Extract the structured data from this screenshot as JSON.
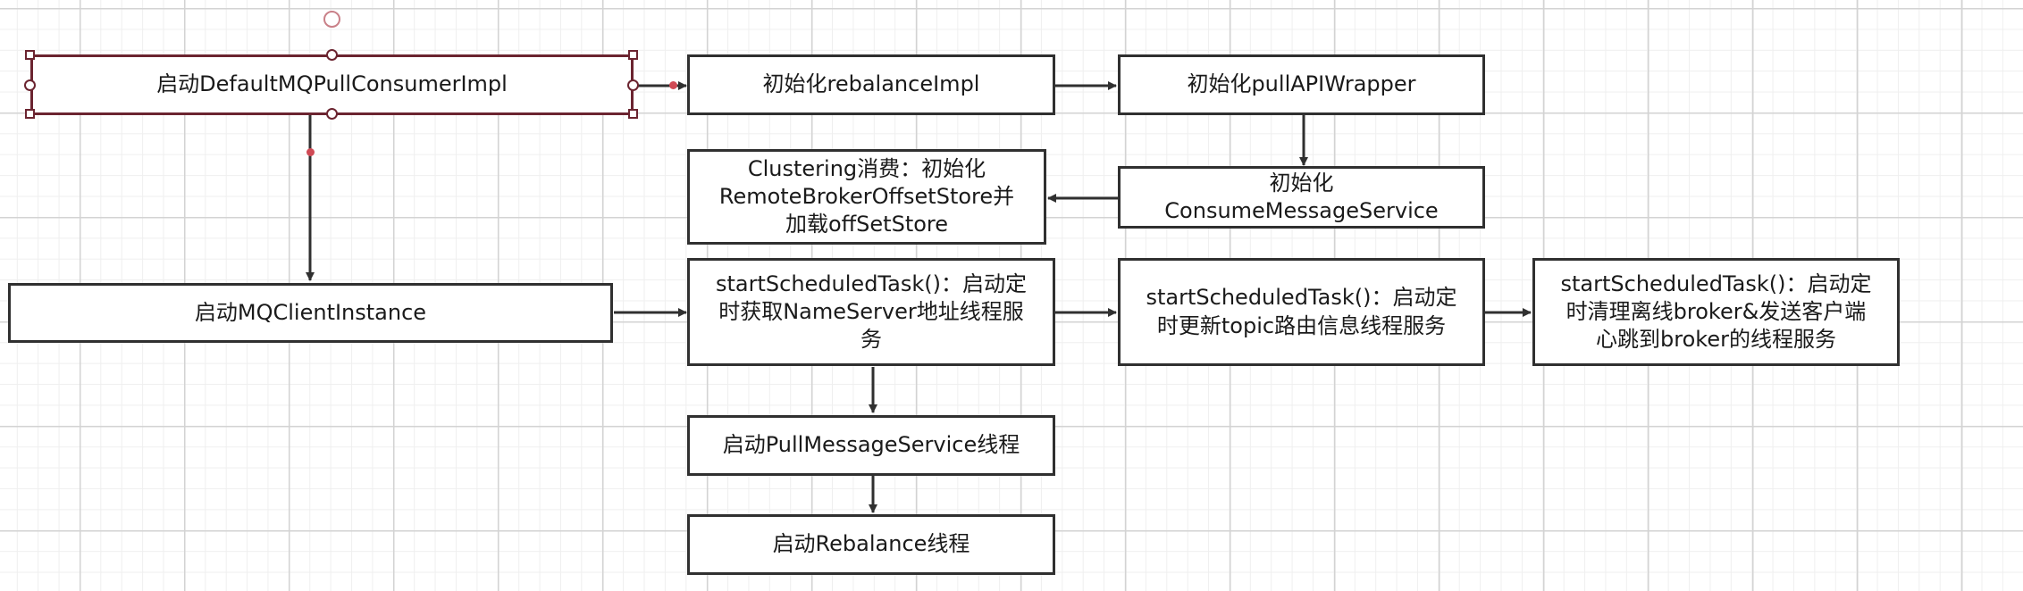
{
  "diagram": {
    "nodes": {
      "start_pull_consumer": "启动DefaultMQPullConsumerImpl",
      "init_rebalance": "初始化rebalanceImpl",
      "init_pull_api": "初始化pullAPIWrapper",
      "init_consume_service": "初始化\nConsumeMessageService",
      "clustering_offset_store": "Clustering消费：初始化\nRemoteBrokerOffsetStore并\n加载offSetStore",
      "start_client_instance": "启动MQClientInstance",
      "task_fetch_nameserver": "startScheduledTask()：启动定\n时获取NameServer地址线程服\n务",
      "task_update_topic": "startScheduledTask()：启动定\n时更新topic路由信息线程服务",
      "task_clean_broker": "startScheduledTask()：启动定\n时清理离线broker&发送客户端\n心跳到broker的线程服务",
      "start_pull_message_service": "启动PullMessageService线程",
      "start_rebalance": "启动Rebalance线程"
    },
    "edges": [
      [
        "start_pull_consumer",
        "init_rebalance"
      ],
      [
        "init_rebalance",
        "init_pull_api"
      ],
      [
        "init_pull_api",
        "init_consume_service"
      ],
      [
        "init_consume_service",
        "clustering_offset_store"
      ],
      [
        "start_pull_consumer",
        "start_client_instance"
      ],
      [
        "start_client_instance",
        "task_fetch_nameserver"
      ],
      [
        "task_fetch_nameserver",
        "task_update_topic"
      ],
      [
        "task_update_topic",
        "task_clean_broker"
      ],
      [
        "task_fetch_nameserver",
        "start_pull_message_service"
      ],
      [
        "start_pull_message_service",
        "start_rebalance"
      ]
    ],
    "colors": {
      "box_border": "#303030",
      "arrow": "#303030",
      "selection": "#6b2430",
      "selection_dot": "#d04a55",
      "grid_major": "#d3d3d3",
      "grid_minor": "#efefef"
    }
  }
}
